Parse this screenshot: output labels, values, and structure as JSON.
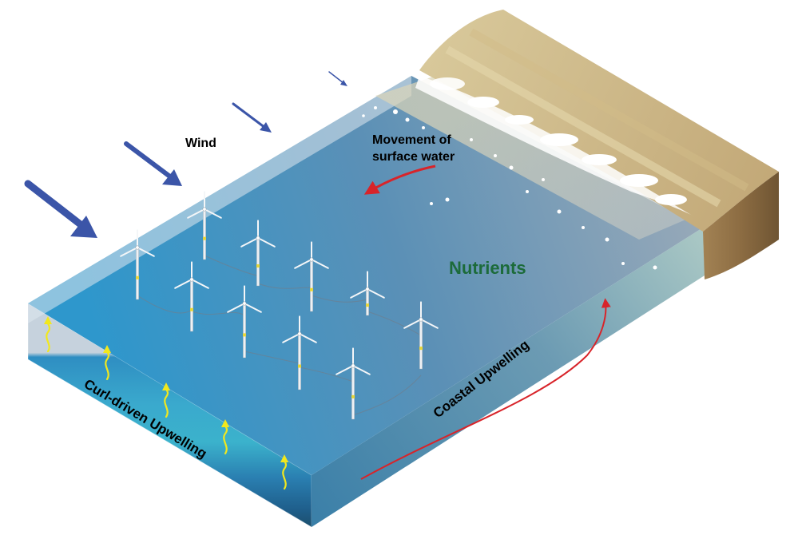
{
  "labels": {
    "wind": "Wind",
    "movement_line1": "Movement of",
    "movement_line2": "surface water",
    "nutrients": "Nutrients",
    "coastal_upwelling": "Coastal Upwelling",
    "curl_upwelling": "Curl-driven Upwelling"
  },
  "colors": {
    "wind_arrow": "#3b55a8",
    "surface_current": "#d8242a",
    "nutrients_text": "#1c6b3a",
    "upwelling_arrow": "#f2e81c",
    "ocean_surface": "#3a9ac6",
    "sand": "#c9b27e"
  },
  "icons": {
    "turbine": "wind-turbine-icon"
  }
}
